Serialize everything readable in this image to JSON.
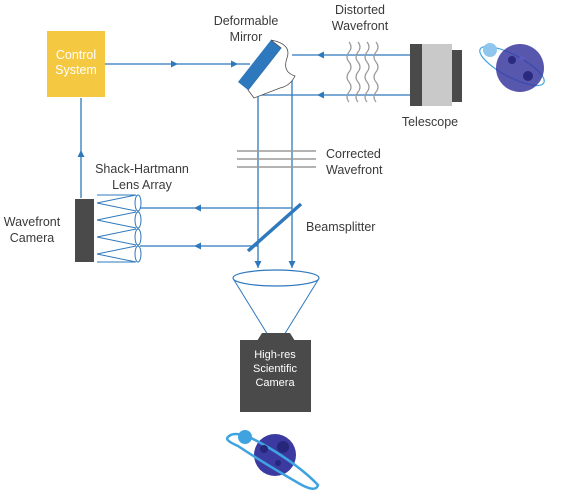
{
  "control_system": {
    "line1": "Control",
    "line2": "System",
    "color": "#f5c842"
  },
  "deformable_mirror": {
    "line1": "Deformable",
    "line2": "Mirror"
  },
  "distorted_wavefront": {
    "line1": "Distorted",
    "line2": "Wavefront"
  },
  "telescope": {
    "label": "Telescope"
  },
  "corrected_wavefront": {
    "line1": "Corrected",
    "line2": "Wavefront"
  },
  "shack_hartmann": {
    "line1": "Shack-Hartmann",
    "line2": "Lens Array"
  },
  "wavefront_camera": {
    "line1": "Wavefront",
    "line2": "Camera"
  },
  "beamsplitter": {
    "label": "Beamsplitter"
  },
  "science_camera": {
    "line1": "High-res",
    "line2": "Scientific",
    "line3": "Camera"
  },
  "colors": {
    "beam": "#2e78bd",
    "mirror": "#2e78bd",
    "dark_component": "#4a4a4a",
    "planet": "#3b3aa0",
    "moon": "#3fa3e0"
  },
  "icons": [
    "distant-planet-icon",
    "planet-icon"
  ]
}
